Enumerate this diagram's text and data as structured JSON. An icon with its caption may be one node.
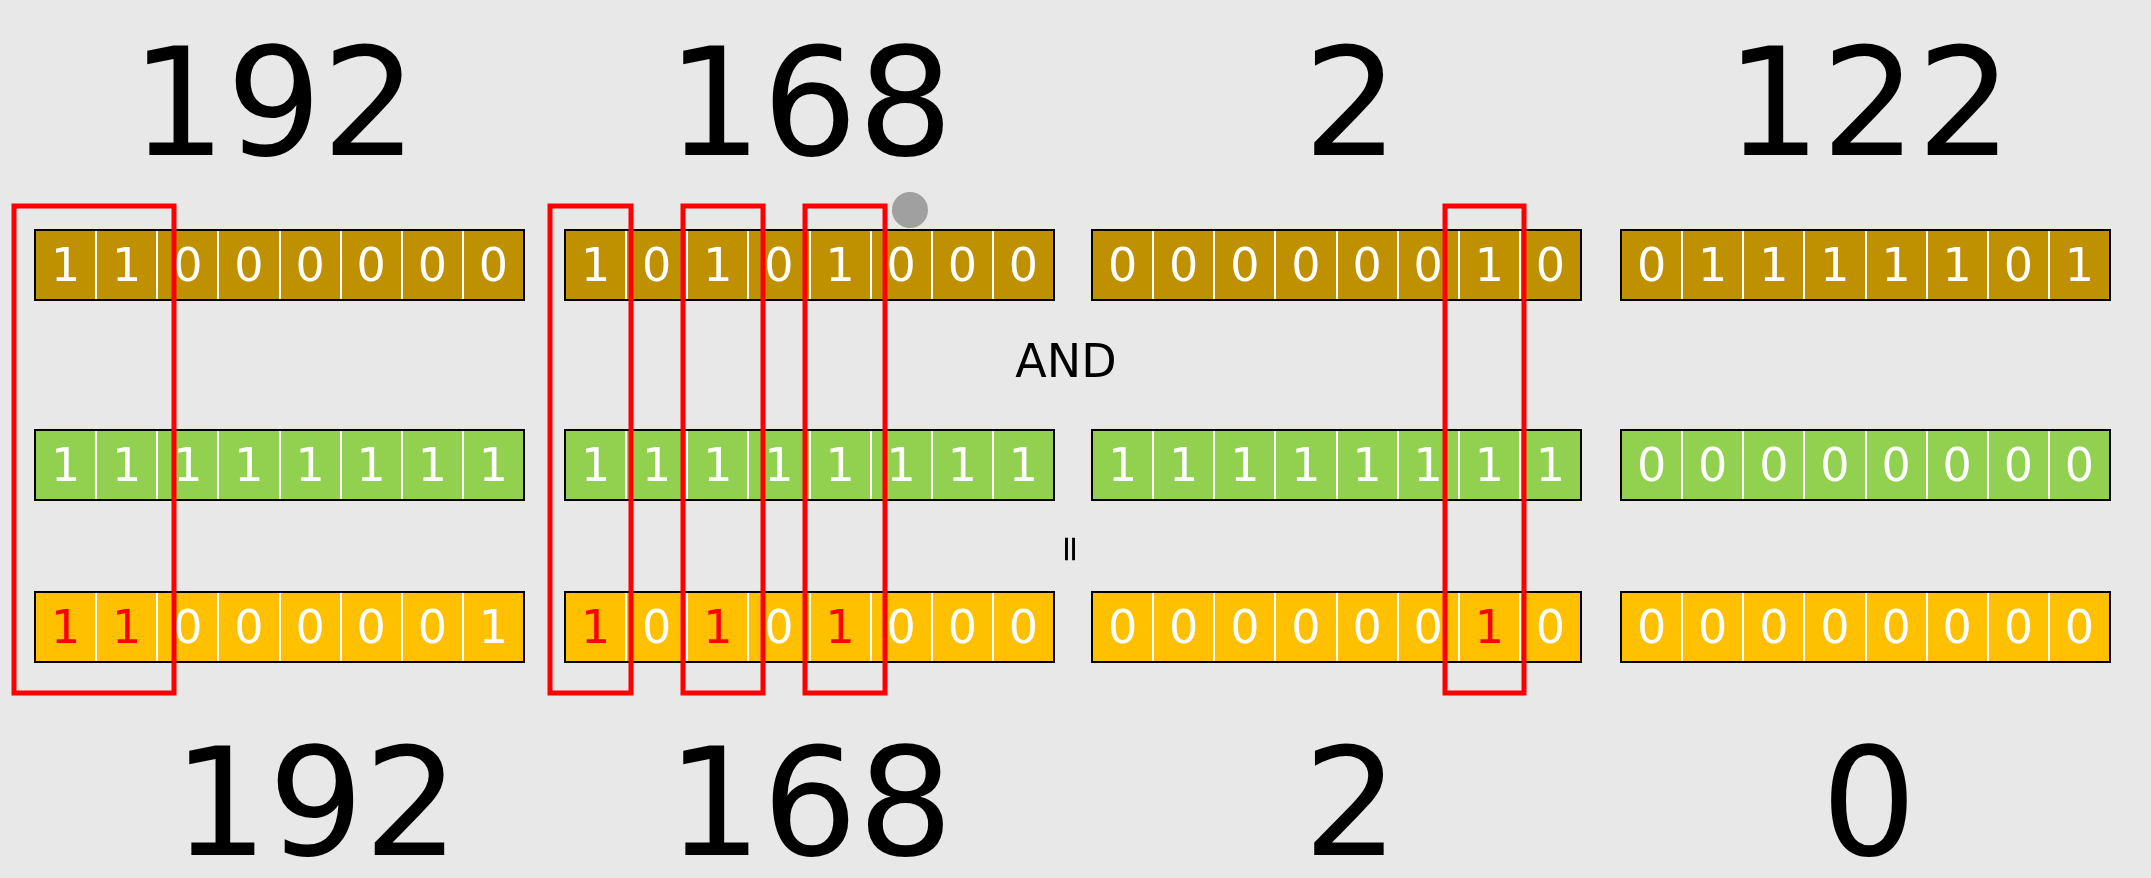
{
  "diagram": {
    "nodes": [
      {
        "text": [
          "1",
          "1",
          "0",
          "0",
          "0",
          "0",
          "0",
          "0"
        ]
      },
      {
        "text": [
          "1",
          "0",
          "1",
          "0",
          "1",
          "0",
          "0",
          "0"
        ]
      },
      {
        "text": [
          "0",
          "0",
          "0",
          "0",
          "0",
          "0",
          "1",
          "0"
        ]
      },
      {
        "text": [
          "0",
          "1",
          "1",
          "1",
          "1",
          "1",
          "0",
          "1"
        ]
      },
      {
        "text": [
          "1",
          "1",
          "1",
          "1",
          "1",
          "1",
          "1",
          "1"
        ]
      },
      {
        "text": [
          "1",
          "1",
          "1",
          "1",
          "1",
          "1",
          "1",
          "1"
        ]
      },
      {
        "text": [
          "1",
          "1",
          "1",
          "1",
          "1",
          "1",
          "1",
          "1"
        ]
      },
      {
        "text": [
          "0",
          "0",
          "0",
          "0",
          "0",
          "0",
          "0",
          "0"
        ]
      },
      {
        "text": [
          "1",
          "1",
          "0",
          "0",
          "0",
          "0",
          "0",
          "1"
        ]
      },
      {
        "text": [
          "1",
          "0",
          "1",
          "0",
          "1",
          "0",
          "0",
          "0"
        ]
      },
      {
        "text": [
          "0",
          "0",
          "0",
          "0",
          "0",
          "0",
          "1",
          "0"
        ]
      },
      {
        "text": [
          "0",
          "0",
          "0",
          "0",
          "0",
          "0",
          "0",
          "0"
        ]
      }
    ],
    "labels": [
      "192",
      "168",
      "2",
      "122",
      "AND",
      "=",
      "192",
      "168",
      "2",
      "0"
    ]
  }
}
